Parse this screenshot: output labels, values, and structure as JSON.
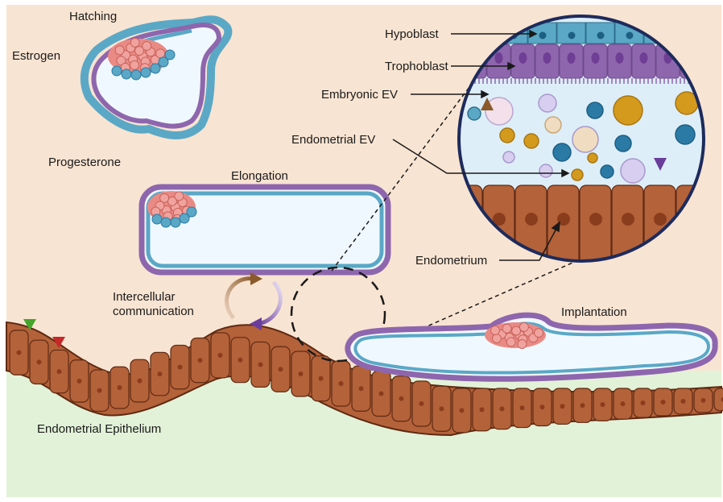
{
  "labels": {
    "hatching": "Hatching",
    "estrogen": "Estrogen",
    "progesterone": "Progesterone",
    "elongation": "Elongation",
    "intercellular_line1": "Intercellular",
    "intercellular_line2": "communication",
    "implantation": "Implantation",
    "endometrial_epithelium": "Endometrial Epithelium",
    "hypoblast": "Hypoblast",
    "trophoblast": "Trophoblast",
    "embryonic_ev": "Embryonic EV",
    "endometrial_ev": "Endometrial EV",
    "endometrium": "Endometrium"
  },
  "colors": {
    "background_top": "#f8e4d2",
    "background_bottom": "#e2f2d8",
    "epithelium_cell": "#b4623a",
    "epithelium_nucleus": "#8a3d1c",
    "trophoblast": "#8e66ad",
    "hypoblast": "#5aa8c6",
    "inner_cell_mass": "#e98a85",
    "estrogen_arrow": "#44a52c",
    "progesterone_arrow": "#c62828",
    "communication_brown": "#8b5a2b",
    "communication_purple": "#6a3d9a",
    "inset_border": "#1d2b5c",
    "ev_gold": "#d49a1e",
    "ev_blue": "#2b7aa6",
    "ev_lavender": "#d7cef0"
  }
}
